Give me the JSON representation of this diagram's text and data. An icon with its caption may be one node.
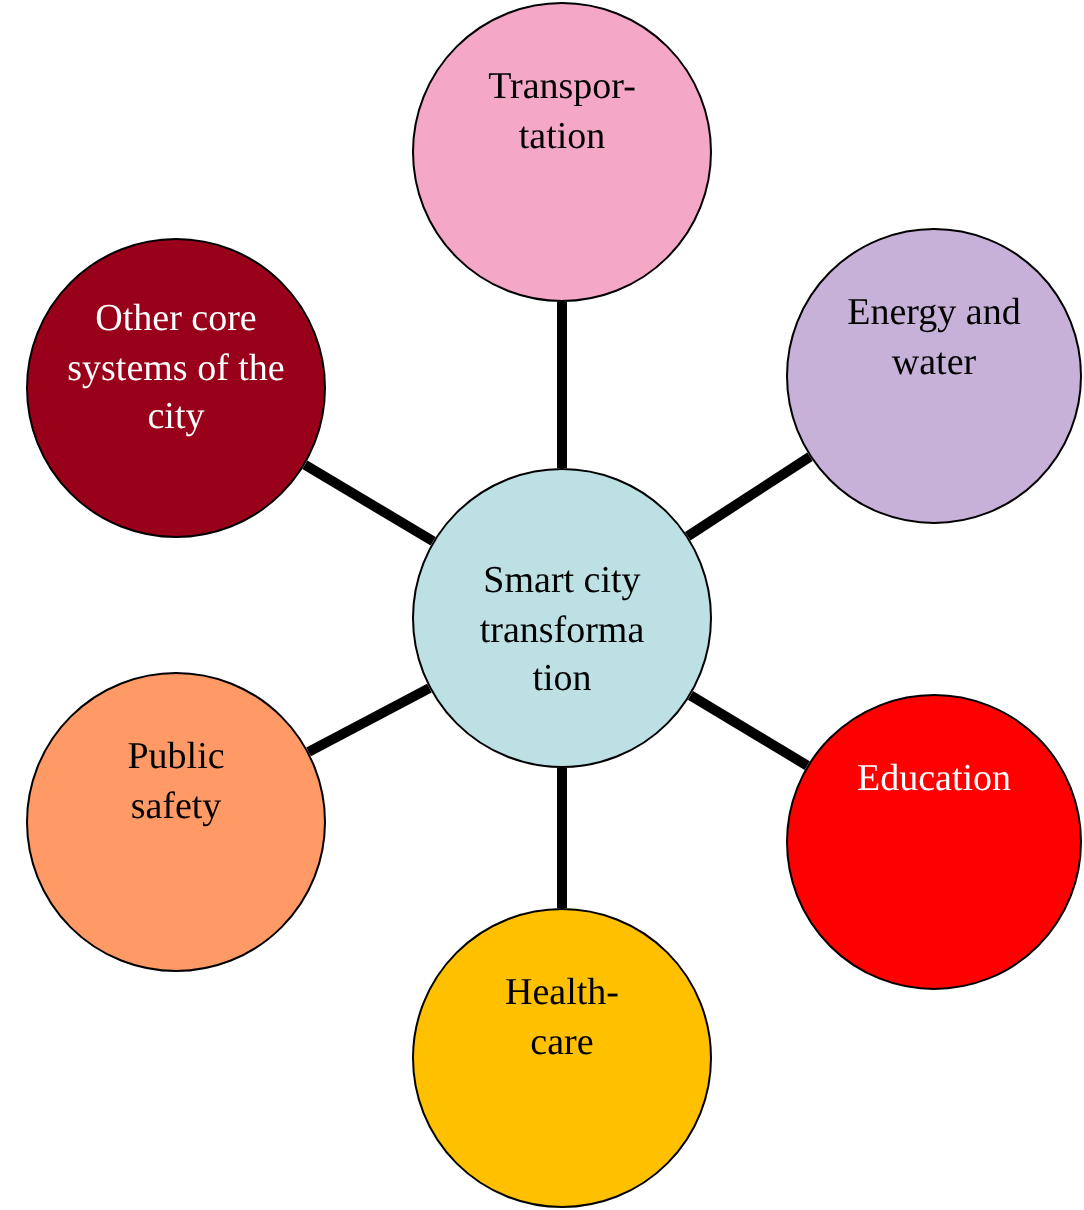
{
  "diagram": {
    "nodes": [
      {
        "text": [
          "Smart city transforma tion"
        ]
      },
      {
        "text": [
          "Transpor- tation"
        ]
      },
      {
        "text": [
          "Energy and water"
        ]
      },
      {
        "text": [
          "Education"
        ]
      },
      {
        "text": [
          "Health- care"
        ]
      },
      {
        "text": [
          "Public safety"
        ]
      },
      {
        "text": [
          "Other core systems of the city"
        ]
      }
    ],
    "edges": [
      {
        "from": 0,
        "to": 1,
        "arrow": "none"
      },
      {
        "from": 0,
        "to": 2,
        "arrow": "none"
      },
      {
        "from": 0,
        "to": 3,
        "arrow": "none"
      },
      {
        "from": 0,
        "to": 4,
        "arrow": "none"
      },
      {
        "from": 0,
        "to": 5,
        "arrow": "none"
      },
      {
        "from": 0,
        "to": 6,
        "arrow": "none"
      }
    ]
  }
}
